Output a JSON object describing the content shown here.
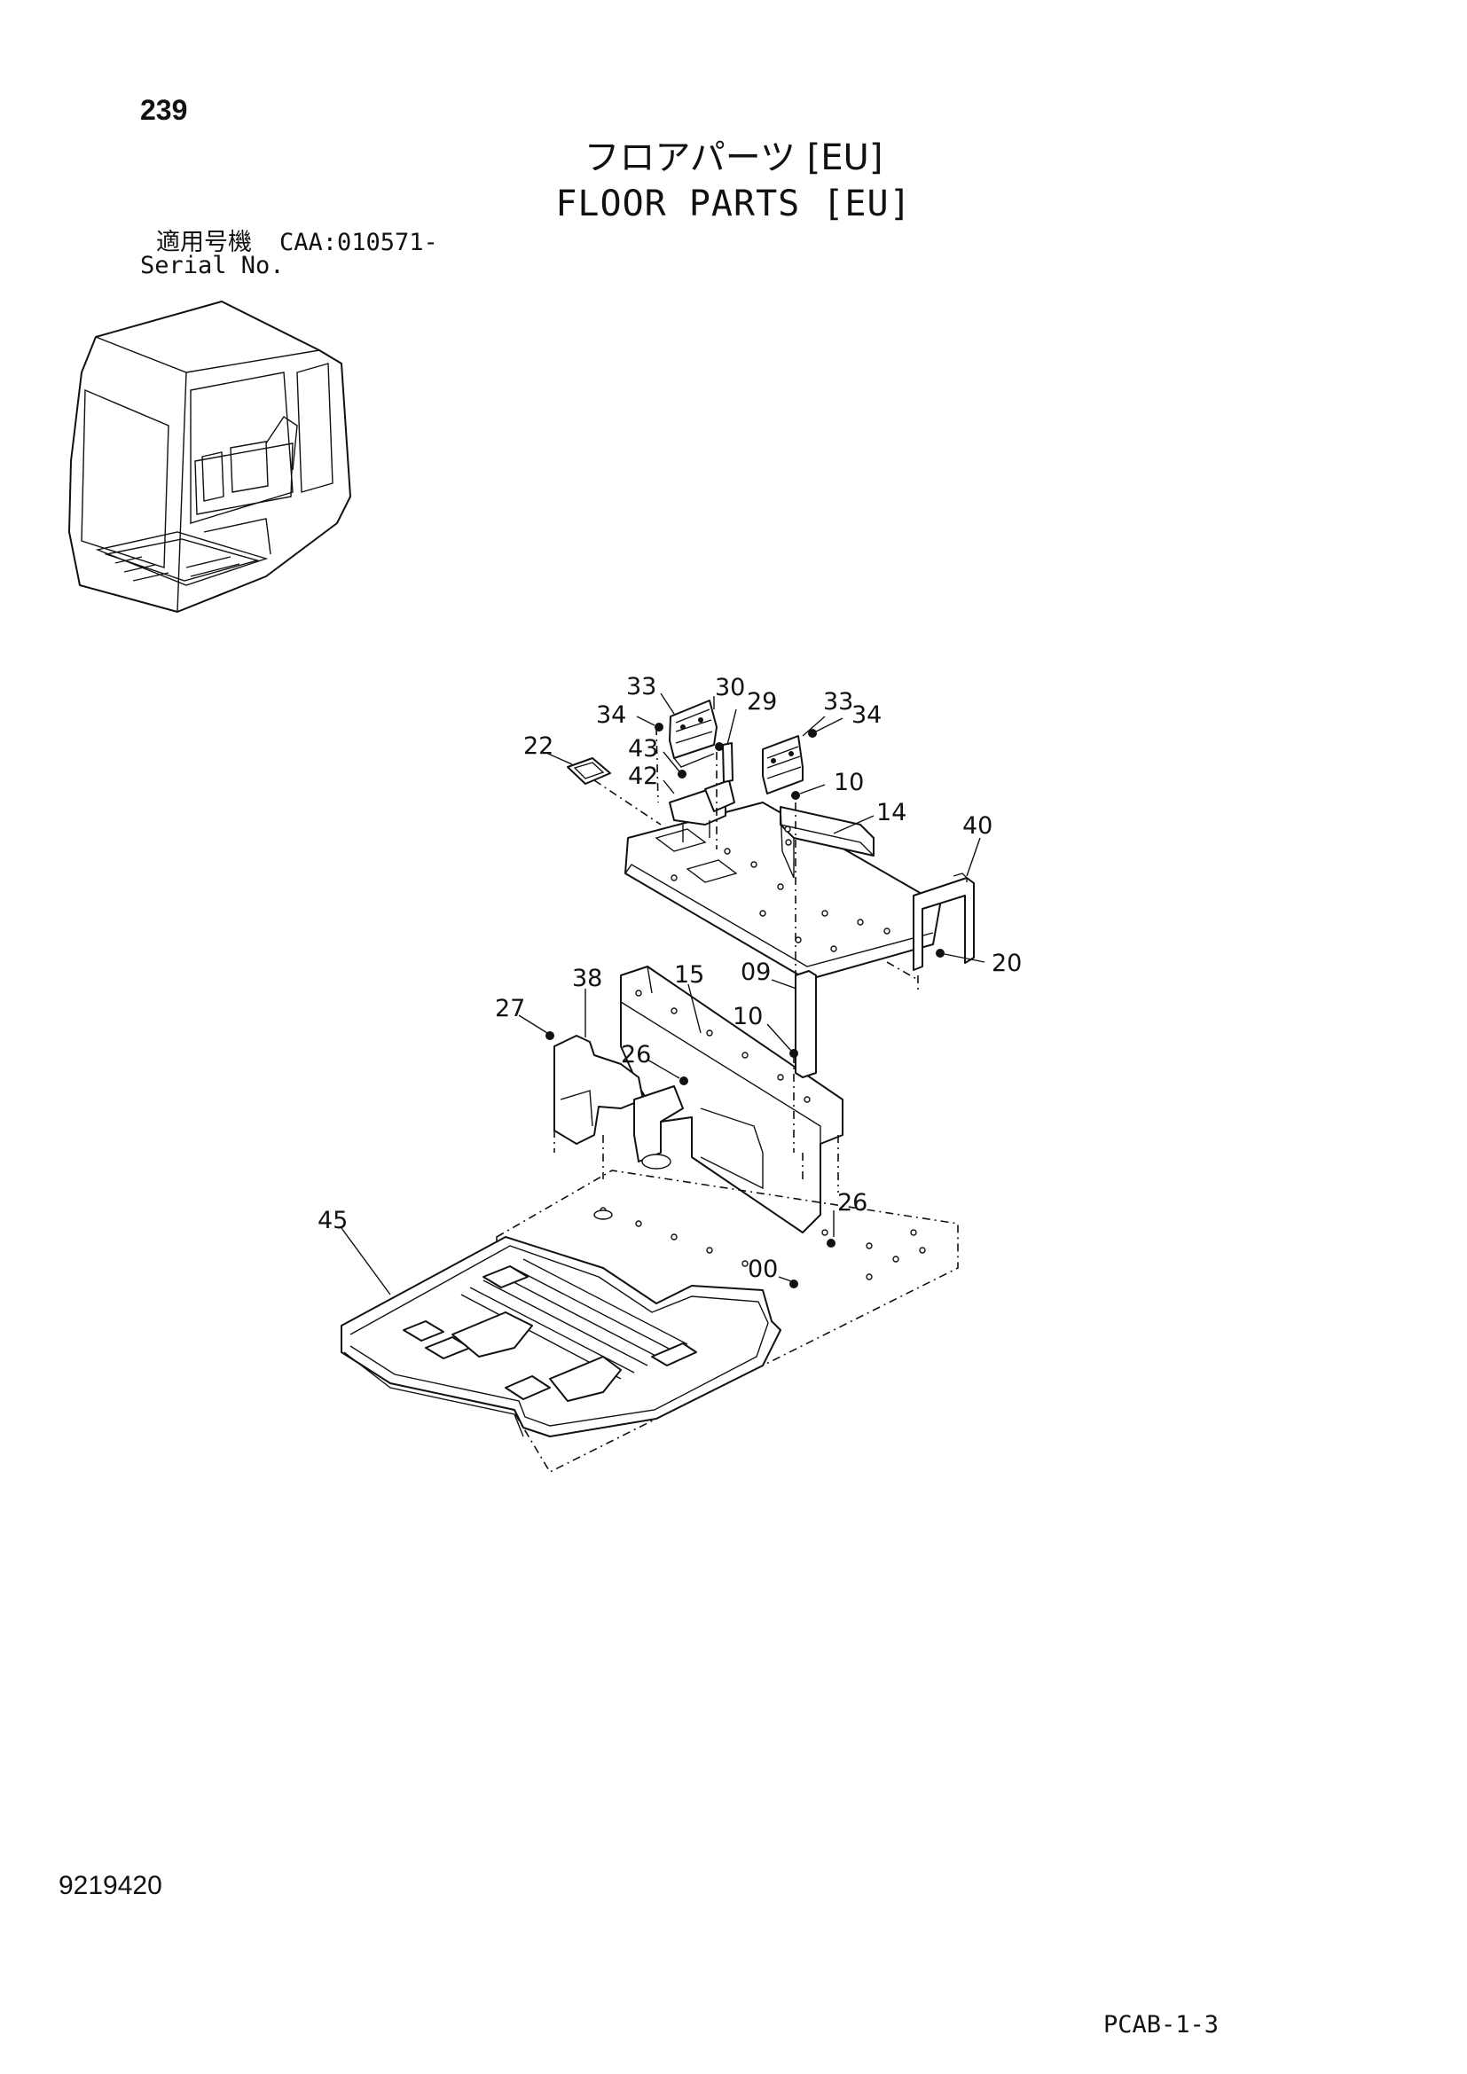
{
  "page_number": "239",
  "title_ja": "フロアパーツ [EU]",
  "title_en": "FLOOR PARTS [EU]",
  "serial": {
    "label_ja": "適用号機",
    "value": "CAA:010571-",
    "label_en": "Serial No."
  },
  "callouts": {
    "c33a": "33",
    "c30": "30",
    "c29": "29",
    "c33b": "33",
    "c34a": "34",
    "c34b": "34",
    "c22": "22",
    "c43": "43",
    "c42": "42",
    "c10a": "10",
    "c14": "14",
    "c40": "40",
    "c20": "20",
    "c09": "09",
    "c10b": "10",
    "c38": "38",
    "c15": "15",
    "c27": "27",
    "c26a": "26",
    "c45": "45",
    "c26b": "26",
    "c00": "00"
  },
  "doc_number": "9219420",
  "section_code": "PCAB-1-3"
}
